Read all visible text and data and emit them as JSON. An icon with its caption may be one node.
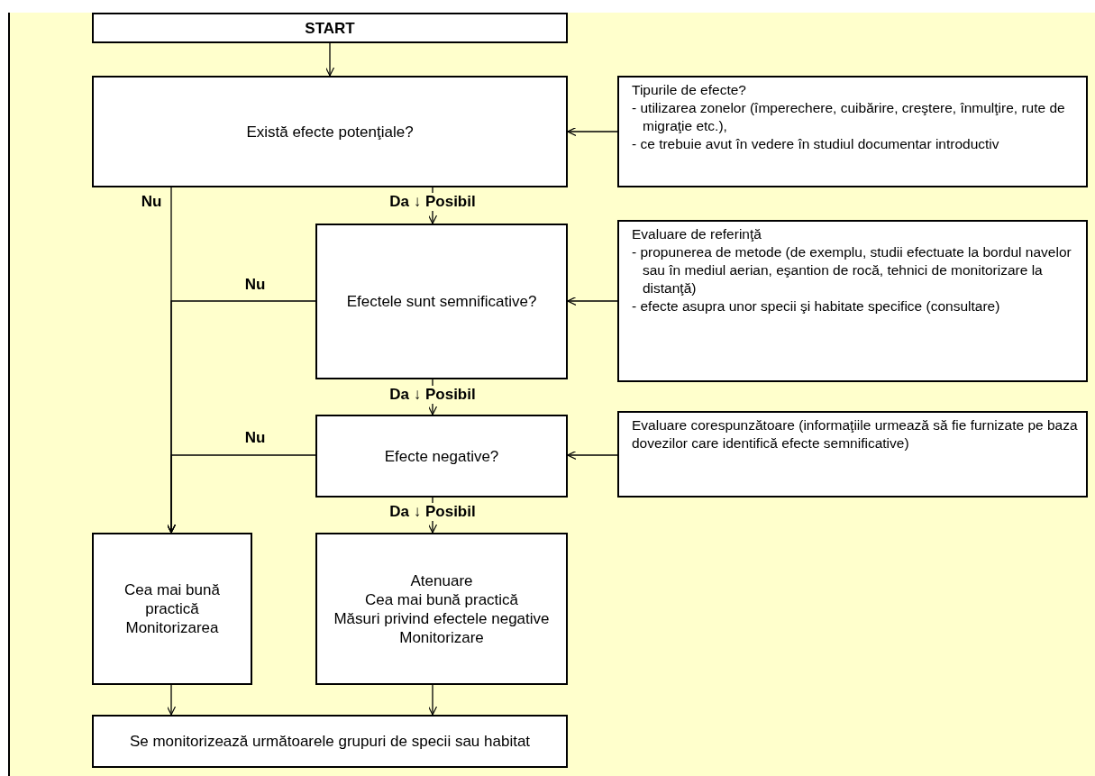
{
  "diagram": {
    "nodes": [
      {
        "text": [
          "START"
        ]
      },
      {
        "text": [
          "Există efecte potenţiale?"
        ]
      },
      {
        "text": [
          "Efectele sunt semnificative?"
        ]
      },
      {
        "text": [
          "Efecte negative?"
        ]
      },
      {
        "text": [
          "Tipurile de efecte?",
          "- utilizarea zonelor (împerechere, cuibărire, creştere, înmulţire, rute de migraţie etc.),",
          "- ce trebuie avut în vedere în studiul documentar introductiv"
        ]
      },
      {
        "text": [
          "Evaluare de referinţă",
          "- propunerea de metode (de exemplu, studii efectuate la bordul navelor sau în mediul aerian, eşantion de rocă, tehnici de monitorizare la distanţă)",
          "- efecte asupra unor specii şi habitate specifice (consultare)"
        ]
      },
      {
        "text": [
          "Evaluare corespunzătoare (informaţiile urmează să fie furnizate pe baza dovezilor care identifică efecte semnificative)"
        ]
      },
      {
        "text": [
          "Cea mai bună practică",
          "Monitorizarea"
        ]
      },
      {
        "text": [
          "Atenuare",
          "Cea mai bună practică",
          "Măsuri privind efectele negative",
          "Monitorizare"
        ]
      },
      {
        "text": [
          "Se monitorizează următoarele grupuri de specii sau habitat"
        ]
      }
    ],
    "edges": [
      {
        "from": 0,
        "to": 1,
        "arrow": "to"
      },
      {
        "from": 1,
        "to": 7,
        "arrow": "to",
        "label": "Nu"
      },
      {
        "from": 1,
        "to": 2,
        "arrow": "to",
        "label": "Da ↓ Posibil"
      },
      {
        "from": 2,
        "to": 7,
        "arrow": "to",
        "label": "Nu"
      },
      {
        "from": 3,
        "to": 7,
        "arrow": "to",
        "label": "Nu"
      },
      {
        "from": 2,
        "to": 3,
        "arrow": "to",
        "label": "Da ↓ Posibil"
      },
      {
        "from": 3,
        "to": 8,
        "arrow": "to",
        "label": "Da ↓ Posibil"
      },
      {
        "from": 4,
        "to": 1,
        "arrow": "to"
      },
      {
        "from": 5,
        "to": 2,
        "arrow": "to"
      },
      {
        "from": 6,
        "to": 3,
        "arrow": "to"
      },
      {
        "from": 7,
        "to": 9,
        "arrow": "to"
      },
      {
        "from": 8,
        "to": 9,
        "arrow": "to"
      }
    ]
  }
}
